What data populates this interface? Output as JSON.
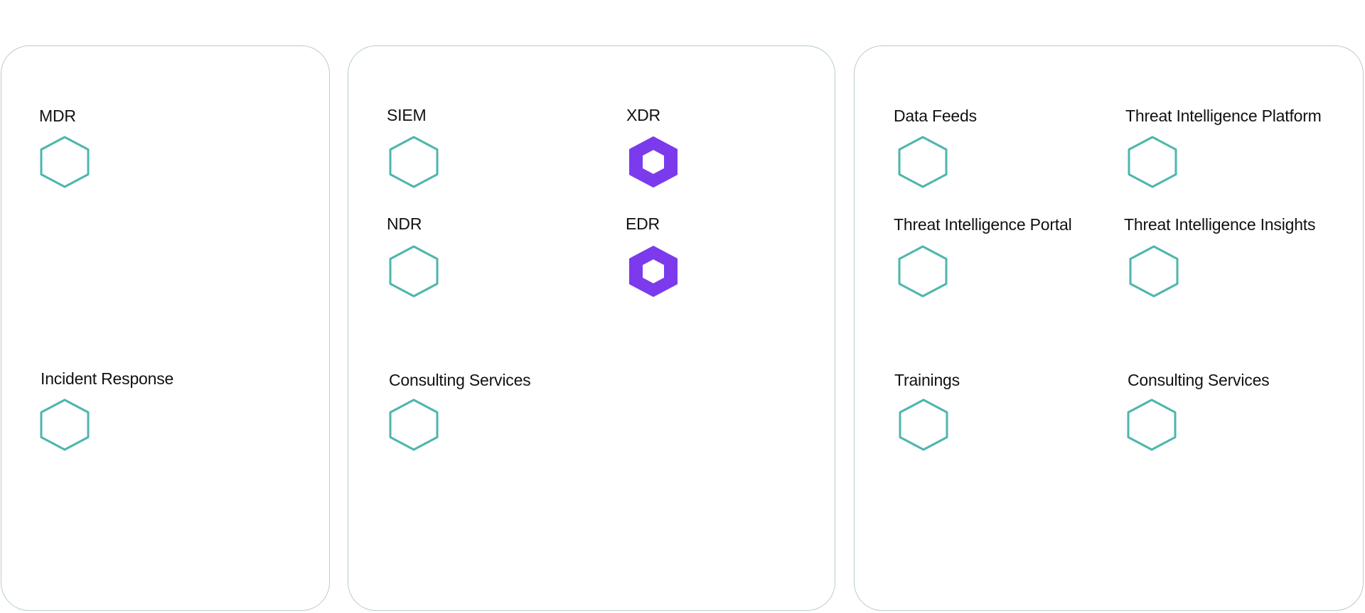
{
  "colors": {
    "panel_border": "#b9cdca",
    "hex_outline": "#4db6ac",
    "hex_filled": "#7c3aed"
  },
  "panels": [
    {
      "id": "mdr-panel",
      "items": [
        {
          "label": "MDR",
          "icon": "hexagon-outline-icon"
        },
        {
          "label": "Incident Response",
          "icon": "hexagon-outline-icon"
        }
      ]
    },
    {
      "id": "siem-panel",
      "items": [
        {
          "label": "SIEM",
          "icon": "hexagon-outline-icon"
        },
        {
          "label": "XDR",
          "icon": "hexagon-filled-icon"
        },
        {
          "label": "NDR",
          "icon": "hexagon-outline-icon"
        },
        {
          "label": "EDR",
          "icon": "hexagon-filled-icon"
        },
        {
          "label": "Consulting Services",
          "icon": "hexagon-outline-icon"
        }
      ]
    },
    {
      "id": "threat-intel-panel",
      "items": [
        {
          "label": "Data Feeds",
          "icon": "hexagon-outline-icon"
        },
        {
          "label": "Threat Intelligence Platform",
          "icon": "hexagon-outline-icon"
        },
        {
          "label": "Threat Intelligence Portal",
          "icon": "hexagon-outline-icon"
        },
        {
          "label": "Threat Intelligence Insights",
          "icon": "hexagon-outline-icon"
        },
        {
          "label": "Trainings",
          "icon": "hexagon-outline-icon"
        },
        {
          "label": "Consulting Services",
          "icon": "hexagon-outline-icon"
        }
      ]
    }
  ]
}
